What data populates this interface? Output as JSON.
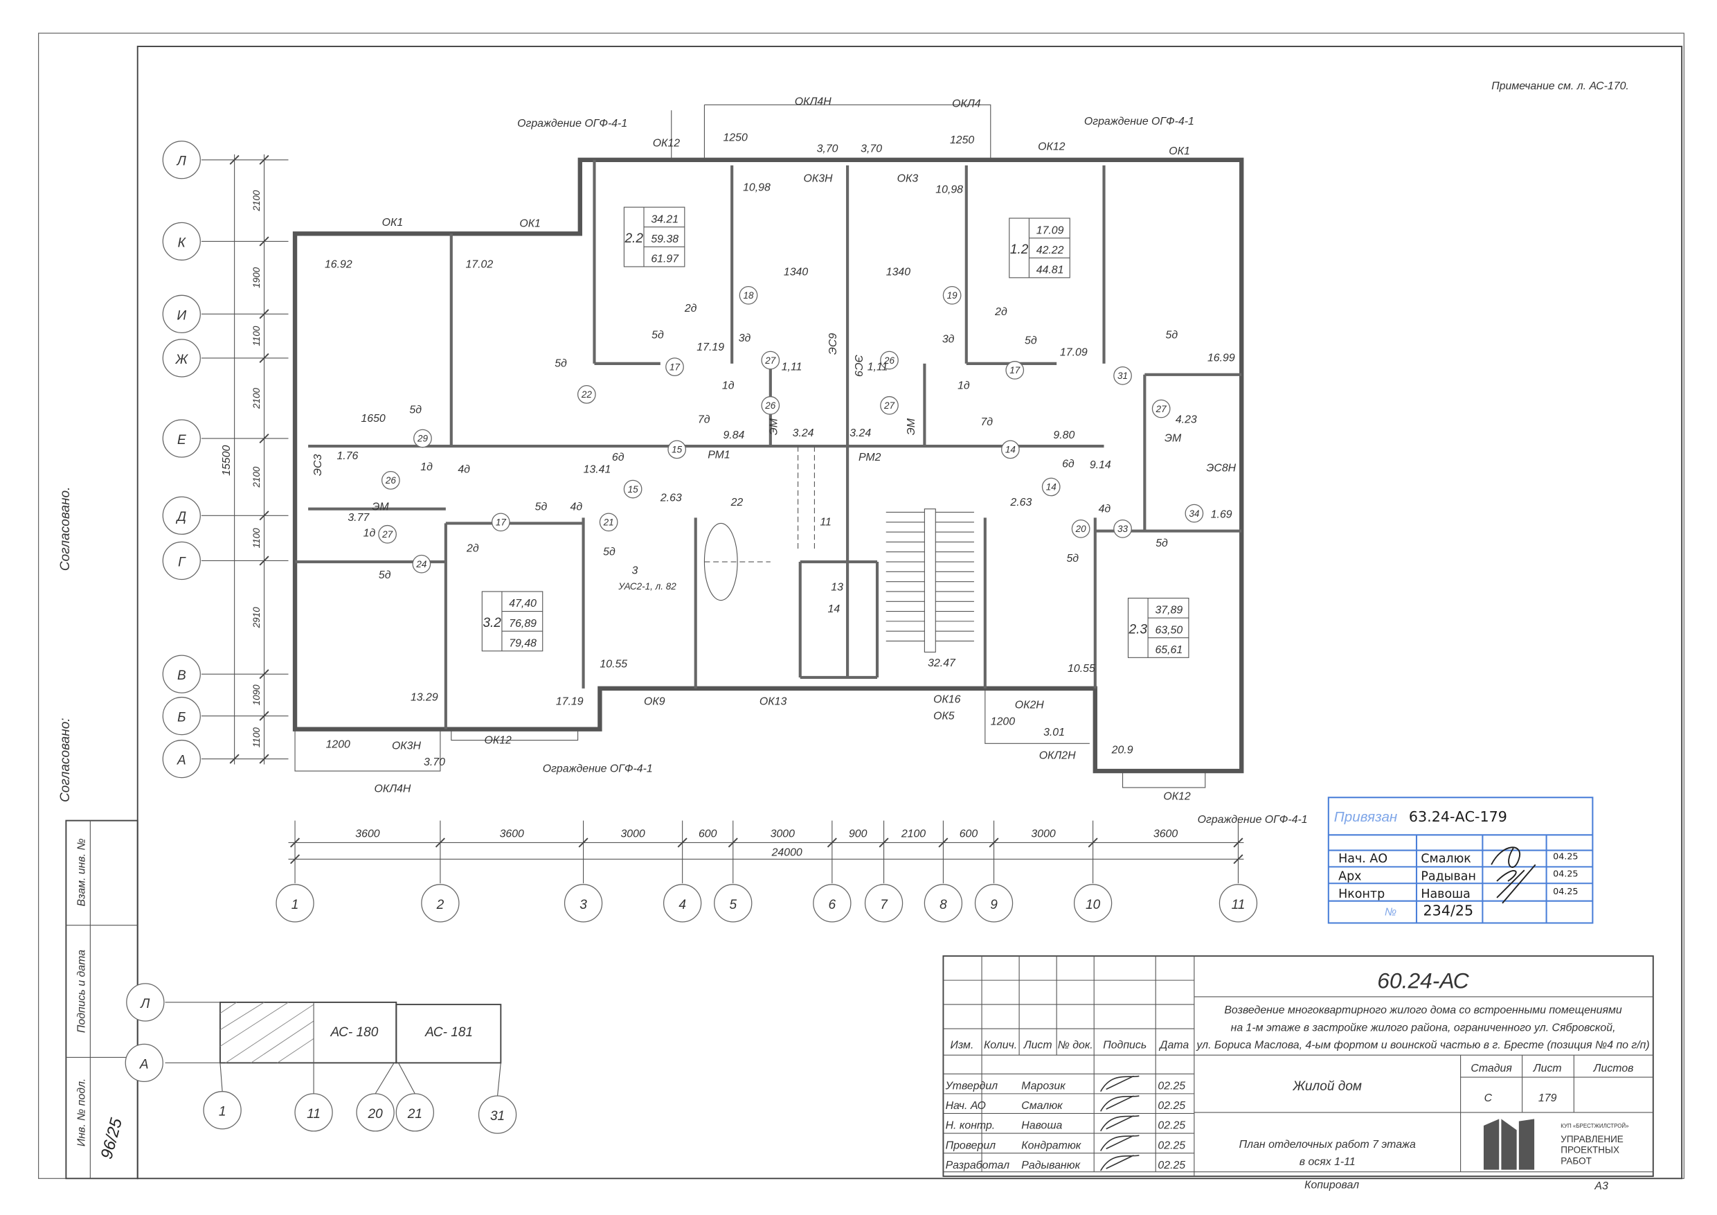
{
  "note": "Примечание см. л. АС-170.",
  "margin": {
    "agreed1": "Согласовано.",
    "agreed2": "Согласовано:",
    "inv_orig": "Инв. № подл.",
    "sign_date": "Подпись и дата",
    "repl_inv": "Взам. инв. №",
    "inv_number": "96/25"
  },
  "axes": {
    "rows": [
      "Л",
      "К",
      "И",
      "Ж",
      "Е",
      "Д",
      "Г",
      "В",
      "Б",
      "А"
    ],
    "cols": [
      "1",
      "2",
      "3",
      "4",
      "5",
      "6",
      "7",
      "8",
      "9",
      "10",
      "11"
    ]
  },
  "dims": {
    "left": [
      "2100",
      "1900",
      "1100",
      "2100",
      "2100",
      "1100",
      "2910",
      "1090",
      "1100"
    ],
    "left_total": "15500",
    "bottom": [
      "3600",
      "3600",
      "3000",
      "600",
      "3000",
      "900",
      "2100",
      "600",
      "3000",
      "3600"
    ],
    "bottom_total": "24000",
    "misc": [
      "1250",
      "1250",
      "3,70",
      "3,70",
      "1340",
      "1340",
      "1650",
      "1200",
      "3.70",
      "1200"
    ]
  },
  "openings": [
    "ОКЛ4Н",
    "ОКЛ4",
    "ОК12",
    "ОК12",
    "ОК1",
    "ОК3Н",
    "ОК3",
    "ОК1",
    "ОК1",
    "ОК9",
    "ОК13",
    "ОК16",
    "ОК5",
    "ОК2Н",
    "ОК3Н",
    "ОКЛ4Н",
    "ОК12",
    "ОКЛ2Н",
    "ОК12",
    "РМ1",
    "РМ2"
  ],
  "fences": [
    "Ограждение ОГФ-4-1",
    "Ограждение ОГФ-4-1",
    "Ограждение ОГФ-4-1",
    "Ограждение ОГФ-4-1"
  ],
  "room_areas": [
    "10,98",
    "10,98",
    "16.92",
    "17.02",
    "17.19",
    "17.09",
    "16.99",
    "1,11",
    "1,11",
    "9.84",
    "3.24",
    "3.24",
    "9.80",
    "4.23",
    "1.76",
    "13.41",
    "9.14",
    "3.77",
    "2.63",
    "2.63",
    "1.69",
    "10.55",
    "17.19",
    "32.47",
    "10.55",
    "13.29",
    "3.01",
    "20.9"
  ],
  "finishes": [
    "2д",
    "2д",
    "5д",
    "3д",
    "3д",
    "5д",
    "5д",
    "5д",
    "1д",
    "1д",
    "5д",
    "4д",
    "1д",
    "7д",
    "7д",
    "6д",
    "6д",
    "1д",
    "5д",
    "4д",
    "4д",
    "5д",
    "5д",
    "2д",
    "5д",
    "5д"
  ],
  "markers": [
    "18",
    "19",
    "17",
    "22",
    "27",
    "26",
    "17",
    "31",
    "26",
    "27",
    "29",
    "15",
    "14",
    "27",
    "26",
    "15",
    "14",
    "27",
    "17",
    "21",
    "20",
    "33",
    "34",
    "24"
  ],
  "equipment": [
    "ЭС9",
    "ЭС9",
    "ЭМ",
    "ЭМ",
    "ЭМ",
    "ЭМ",
    "ЭС3",
    "ЭС8Н",
    "22",
    "11",
    "13",
    "14",
    "3",
    "УАС2-1, л. 82"
  ],
  "apartments": [
    {
      "type": "2.2",
      "living": "34.21",
      "total": "59.38",
      "total_loggia": "61.97"
    },
    {
      "type": "1.2",
      "living": "17.09",
      "total": "42.22",
      "total_loggia": "44.81"
    },
    {
      "type": "3.2",
      "living": "47,40",
      "total": "76,89",
      "total_loggia": "79,48"
    },
    {
      "type": "2.3",
      "living": "37,89",
      "total": "63,50",
      "total_loggia": "65,61"
    }
  ],
  "key_plan": {
    "rows": [
      "Л",
      "А"
    ],
    "cols": [
      "1",
      "11",
      "20",
      "21",
      "31"
    ],
    "sheets": [
      "АС- 180",
      "АС- 181"
    ]
  },
  "title_block": {
    "code": "60.24-АС",
    "project": [
      "Возведение многоквартирного жилого дома со встроенными помещениями",
      "на 1-м этаже в застройке жилого района, ограниченного ул. Сябровской,",
      "ул. Бориса Маслова, 4-ым фортом и воинской частью в г. Бресте (позиция №4 по г/п)"
    ],
    "headers": [
      "Изм.",
      "Колич.",
      "Лист",
      "№ док.",
      "Подпись",
      "Дата"
    ],
    "signers": [
      {
        "role": "Утвердил",
        "name": "Марозик",
        "date": "02.25"
      },
      {
        "role": "Нач. АО",
        "name": "Смалюк",
        "date": "02.25"
      },
      {
        "role": "Н. контр.",
        "name": "Навоша",
        "date": "02.25"
      },
      {
        "role": "Проверил",
        "name": "Кондратюк",
        "date": "02.25"
      },
      {
        "role": "Разработал",
        "name": "Радыванюк",
        "date": "02.25"
      }
    ],
    "building": "Жилой дом",
    "stage_header": "Стадия",
    "sheet_header": "Лист",
    "sheets_header": "Листов",
    "stage": "С",
    "sheet": "179",
    "drawing_title": [
      "План отделочных работ 7 этажа",
      "в осях 1-11"
    ],
    "org_small": "КУП «БРЕСТЖИЛСТРОЙ»",
    "org": [
      "УПРАВЛЕНИЕ",
      "ПРОЕКТНЫХ",
      "РАБОТ"
    ],
    "copied": "Копировал",
    "format": "А3"
  },
  "stamp": {
    "label": "Привязан",
    "code": "63.24-АС-179",
    "rows": [
      {
        "role": "Нач. АО",
        "name": "Смалюк",
        "date": "04.25"
      },
      {
        "role": "Арх",
        "name": "Радыван",
        "date": "04.25"
      },
      {
        "role": "Нконтр",
        "name": "Навоша",
        "date": "04.25"
      }
    ],
    "number_label": "№",
    "number": "234/25",
    "color": "#4a7fd8"
  }
}
